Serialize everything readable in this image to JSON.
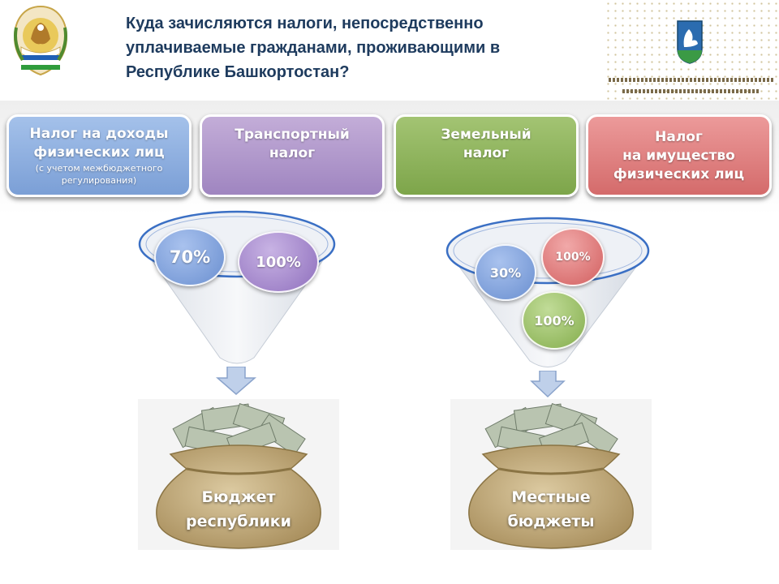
{
  "header": {
    "title_lines": [
      "Куда зачисляются налоги, непосредственно",
      "уплачиваемые гражданами, проживающими в",
      "Республике Башкортостан?"
    ]
  },
  "taxes": {
    "ndfl": {
      "line1": "Налог на доходы",
      "line2": "физических лиц",
      "note1": "(с учетом межбюджетного",
      "note2": "регулирования)"
    },
    "transport": {
      "line1": "Транспортный",
      "line2": "налог"
    },
    "land": {
      "line1": "Земельный",
      "line2": "налог"
    },
    "property": {
      "line1": "Налог",
      "line2": "на имущество",
      "line3": "физических лиц"
    }
  },
  "funnel_left": {
    "ndfl_share": "70%",
    "transport_share": "100%"
  },
  "funnel_right": {
    "ndfl_share": "30%",
    "property_share": "100%",
    "land_share": "100%"
  },
  "budgets": {
    "republic": {
      "line1": "Бюджет",
      "line2": "республики"
    },
    "local": {
      "line1": "Местные",
      "line2": "бюджеты"
    }
  },
  "colors": {
    "title": "#1e3b5e",
    "ndfl": "#8cade0",
    "transport": "#b19ccc",
    "land": "#8fb45c",
    "property": "#e07f7f",
    "bag": "#c9b488"
  }
}
